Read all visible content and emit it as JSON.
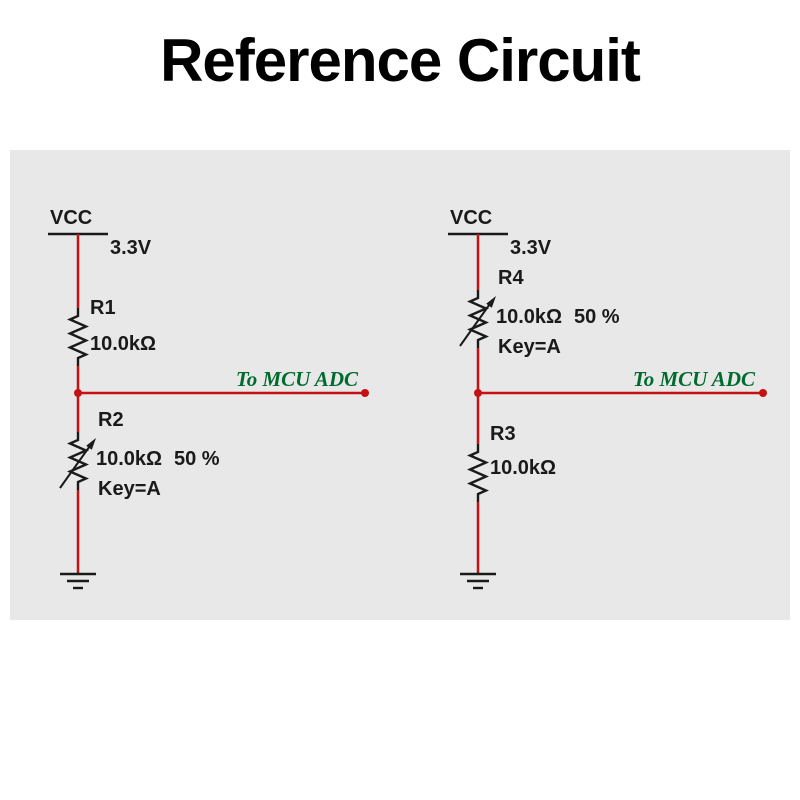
{
  "title": "Reference Circuit",
  "colors": {
    "wire": "#c41212",
    "comp": "#1a1a1a",
    "net": "#006b2d",
    "panel_bg": "#e8e8e8"
  },
  "left": {
    "power": {
      "label": "VCC",
      "value": "3.3V"
    },
    "r_top": {
      "ref": "R1",
      "value": "10.0kΩ"
    },
    "net": {
      "label": "To MCU ADC"
    },
    "r_bottom": {
      "ref": "R2",
      "value": "10.0kΩ",
      "percent": "50 %",
      "key": "Key=A"
    }
  },
  "right": {
    "power": {
      "label": "VCC",
      "value": "3.3V"
    },
    "r_top": {
      "ref": "R4",
      "value": "10.0kΩ",
      "percent": "50 %",
      "key": "Key=A"
    },
    "net": {
      "label": "To MCU ADC"
    },
    "r_bottom": {
      "ref": "R3",
      "value": "10.0kΩ"
    }
  }
}
